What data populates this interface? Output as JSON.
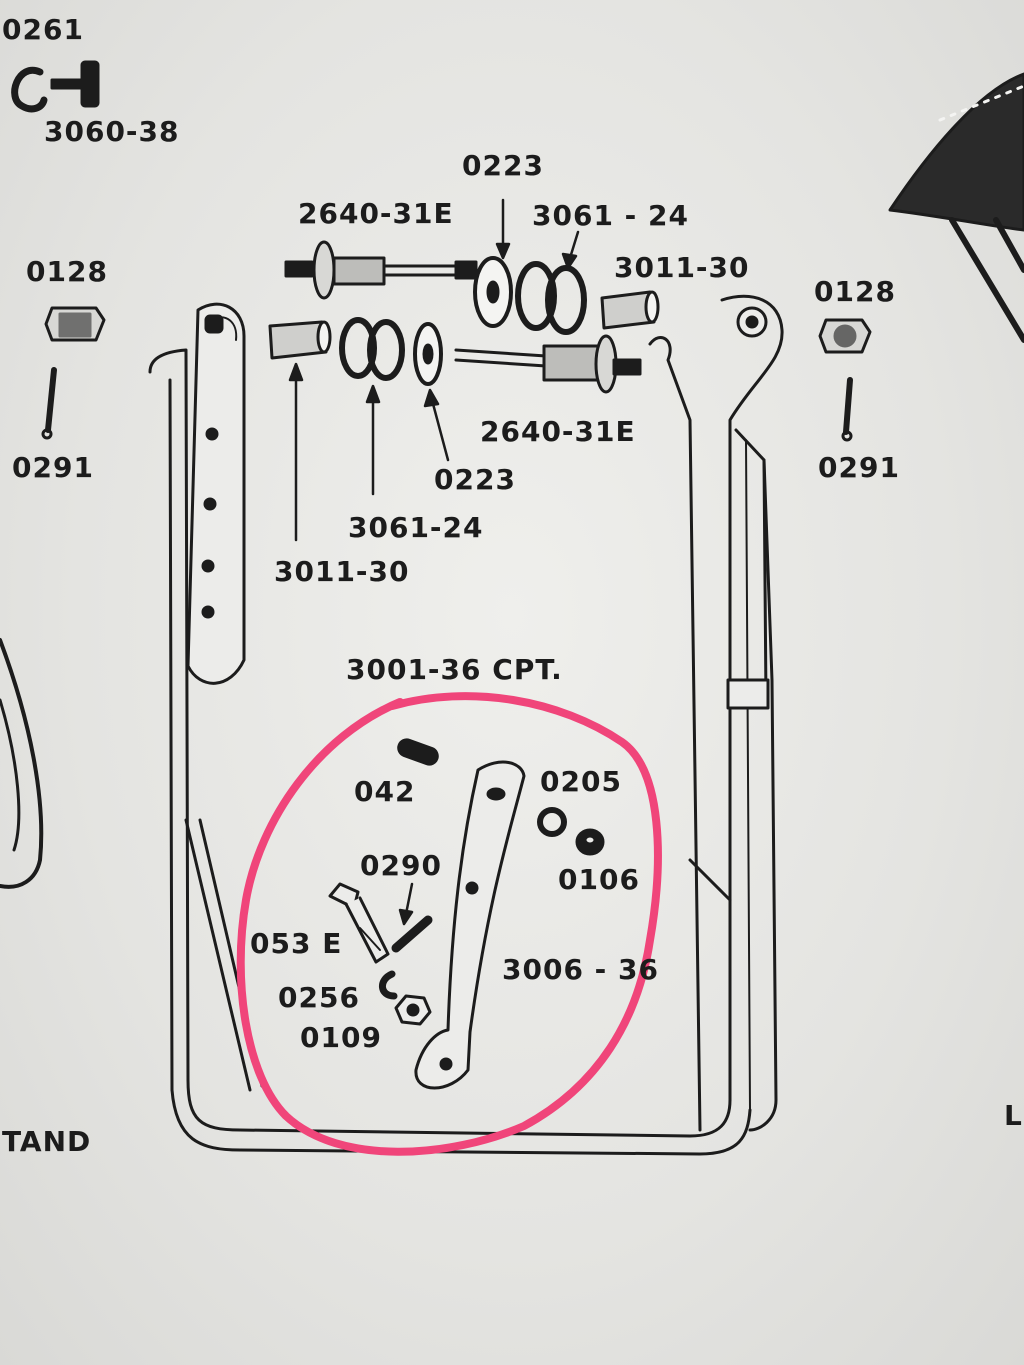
{
  "colors": {
    "ink": "#1c1c1c",
    "paper": "#ececea",
    "highlight_circle": "#f0457a"
  },
  "labels": {
    "part_0261": "0261",
    "part_3060_38": "3060-38",
    "part_0223_top": "0223",
    "part_2640_31e_top": "2640-31E",
    "part_3061_24_top": "3061 - 24",
    "part_3011_30_top": "3011-30",
    "part_0128_left": "0128",
    "part_0128_right": "0128",
    "part_0291_left": "0291",
    "part_0291_right": "0291",
    "part_2640_31e_mid": "2640-31E",
    "part_0223_mid": "0223",
    "part_3061_24_mid": "3061-24",
    "part_3011_30_mid": "3011-30",
    "part_3001_36_cpt": "3001-36  CPT.",
    "part_042": "042",
    "part_0205": "0205",
    "part_0290": "0290",
    "part_0106": "0106",
    "part_053e": "053 E",
    "part_3006_36": "3006 - 36",
    "part_0256": "0256",
    "part_0109": "0109",
    "caption_left": "TAND",
    "caption_right": "L"
  }
}
